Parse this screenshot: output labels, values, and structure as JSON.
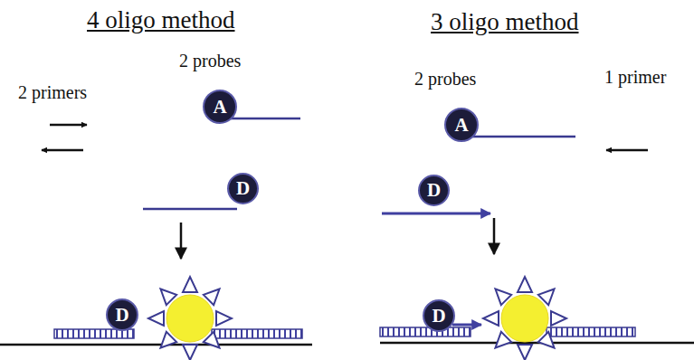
{
  "diagram": {
    "nodes": [
      {
        "text": [
          "A"
        ]
      },
      {
        "text": [
          "D"
        ]
      },
      {
        "text": [
          "D"
        ]
      },
      {
        "text": [
          "A"
        ]
      },
      {
        "text": [
          "D"
        ]
      },
      {
        "text": [
          "D"
        ]
      }
    ],
    "labels": [
      "4 oligo method",
      "2 primers",
      "2 probes",
      "3 oligo method",
      "2 probes",
      "1 primer"
    ]
  }
}
